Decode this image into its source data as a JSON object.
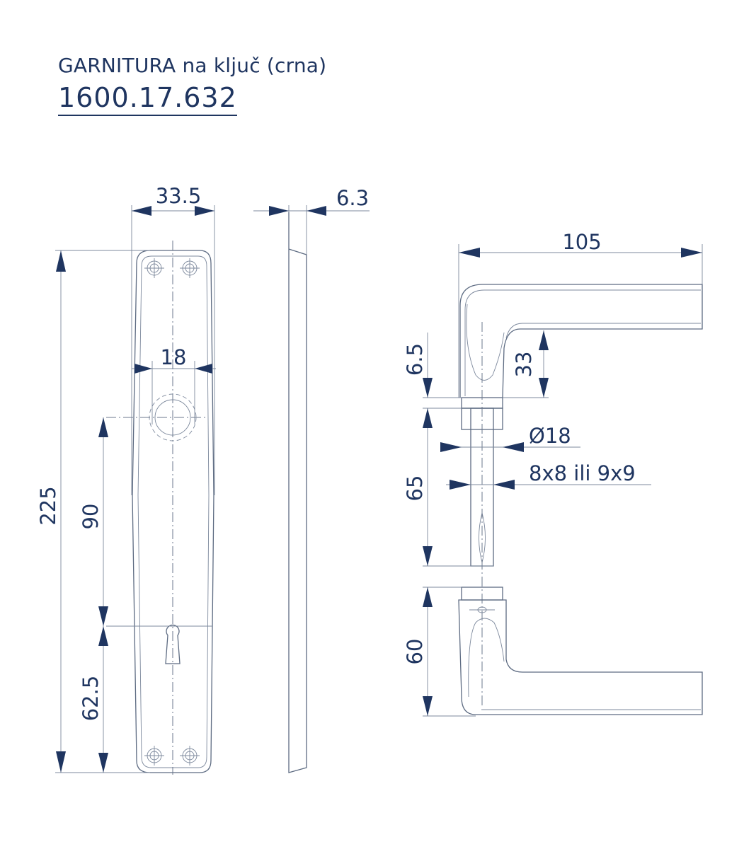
{
  "header": {
    "title": "GARNITURA na ključ (crna)",
    "code": "1600.17.632"
  },
  "dimensions": {
    "plate_width": "33.5",
    "plate_thickness": "6.3",
    "handle_length": "105",
    "rose_offset": "18",
    "plate_height": "225",
    "spindle_to_keyhole": "90",
    "keyhole_to_bottom": "62.5",
    "rose_height": "6.5",
    "handle_neck": "33",
    "rose_diameter": "Ø18",
    "spindle_size": "8x8 ili 9x9",
    "spindle_length": "65",
    "lower_handle_height": "60"
  },
  "colors": {
    "text": "#1f3560",
    "lines": "#5d6b82"
  }
}
